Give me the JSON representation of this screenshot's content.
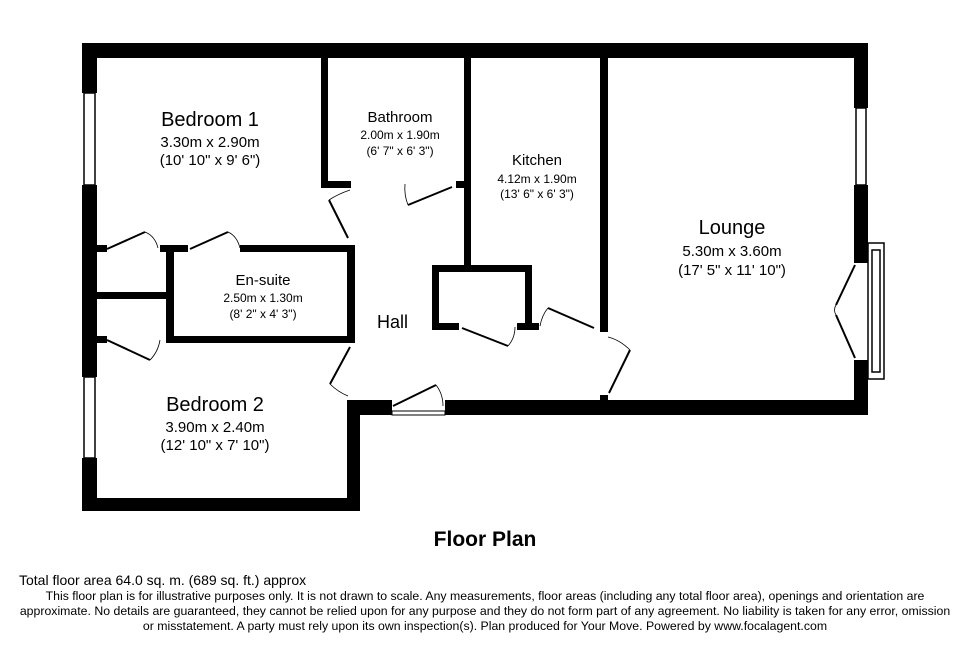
{
  "plan_title": "Floor Plan",
  "total_area": "Total floor area 64.0 sq. m. (689 sq. ft.) approx",
  "disclaimer": "This floor plan is for illustrative purposes only. It is not drawn to scale. Any measurements, floor areas (including any total floor area), openings and orientation are approximate. No details are guaranteed, they cannot be relied upon for any purpose and they do not form part of any agreement. No liability is taken for any error, omission or misstatement. A party must rely upon its own inspection(s). Plan produced for Your Move. Powered by www.focalagent.com",
  "rooms": {
    "bedroom1": {
      "name": "Bedroom 1",
      "metric": "3.30m x 2.90m",
      "imperial": "(10' 10\" x 9' 6\")"
    },
    "bathroom": {
      "name": "Bathroom",
      "metric": "2.00m x 1.90m",
      "imperial": "(6' 7\" x 6' 3\")"
    },
    "kitchen": {
      "name": "Kitchen",
      "metric": "4.12m x 1.90m",
      "imperial": "(13' 6\" x 6' 3\")"
    },
    "lounge": {
      "name": "Lounge",
      "metric": "5.30m x 3.60m",
      "imperial": "(17' 5\" x 11' 10\")"
    },
    "ensuite": {
      "name": "En-suite",
      "metric": "2.50m x 1.30m",
      "imperial": "(8' 2\" x 4' 3\")"
    },
    "hall": {
      "name": "Hall"
    },
    "bedroom2": {
      "name": "Bedroom 2",
      "metric": "3.90m x 2.40m",
      "imperial": "(12' 10\" x 7' 10\")"
    }
  }
}
